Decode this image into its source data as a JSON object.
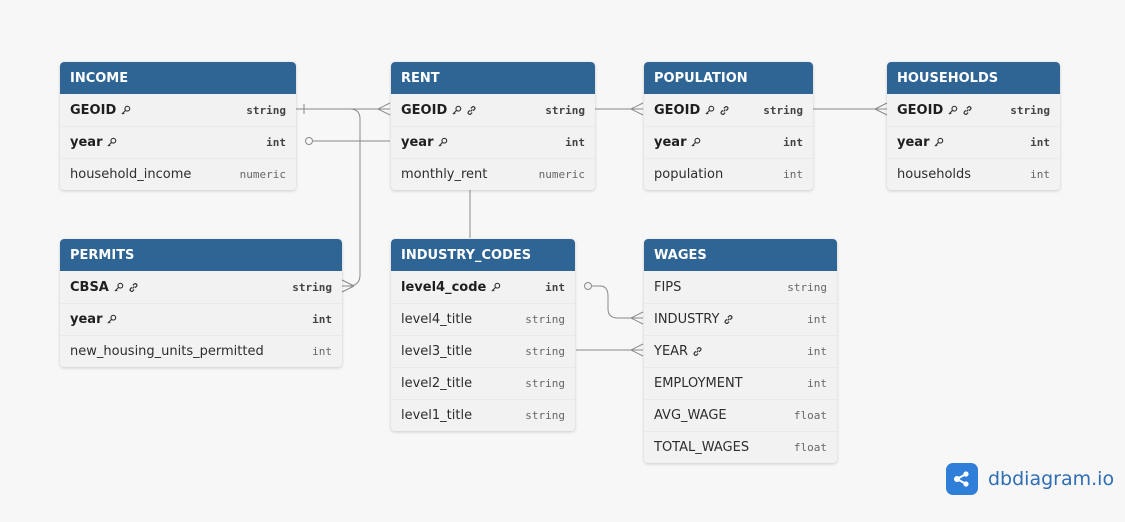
{
  "tables": [
    {
      "id": "income",
      "name": "INCOME",
      "fields": [
        {
          "name": "GEOID",
          "type": "string",
          "pk": true,
          "icons": [
            "key"
          ]
        },
        {
          "name": "year",
          "type": "int",
          "pk": true,
          "icons": [
            "key"
          ]
        },
        {
          "name": "household_income",
          "type": "numeric",
          "pk": false,
          "icons": []
        }
      ]
    },
    {
      "id": "rent",
      "name": "RENT",
      "fields": [
        {
          "name": "GEOID",
          "type": "string",
          "pk": true,
          "icons": [
            "key",
            "link"
          ]
        },
        {
          "name": "year",
          "type": "int",
          "pk": true,
          "icons": [
            "key"
          ]
        },
        {
          "name": "monthly_rent",
          "type": "numeric",
          "pk": false,
          "icons": []
        }
      ]
    },
    {
      "id": "population",
      "name": "POPULATION",
      "fields": [
        {
          "name": "GEOID",
          "type": "string",
          "pk": true,
          "icons": [
            "key",
            "link"
          ]
        },
        {
          "name": "year",
          "type": "int",
          "pk": true,
          "icons": [
            "key"
          ]
        },
        {
          "name": "population",
          "type": "int",
          "pk": false,
          "icons": []
        }
      ]
    },
    {
      "id": "households",
      "name": "HOUSEHOLDS",
      "fields": [
        {
          "name": "GEOID",
          "type": "string",
          "pk": true,
          "icons": [
            "key",
            "link"
          ]
        },
        {
          "name": "year",
          "type": "int",
          "pk": true,
          "icons": [
            "key"
          ]
        },
        {
          "name": "households",
          "type": "int",
          "pk": false,
          "icons": []
        }
      ]
    },
    {
      "id": "permits",
      "name": "PERMITS",
      "fields": [
        {
          "name": "CBSA",
          "type": "string",
          "pk": true,
          "icons": [
            "key",
            "link"
          ]
        },
        {
          "name": "year",
          "type": "int",
          "pk": true,
          "icons": [
            "key"
          ]
        },
        {
          "name": "new_housing_units_permitted",
          "type": "int",
          "pk": false,
          "icons": []
        }
      ]
    },
    {
      "id": "industry_codes",
      "name": "INDUSTRY_CODES",
      "fields": [
        {
          "name": "level4_code",
          "type": "int",
          "pk": true,
          "icons": [
            "key"
          ]
        },
        {
          "name": "level4_title",
          "type": "string",
          "pk": false,
          "icons": []
        },
        {
          "name": "level3_title",
          "type": "string",
          "pk": false,
          "icons": []
        },
        {
          "name": "level2_title",
          "type": "string",
          "pk": false,
          "icons": []
        },
        {
          "name": "level1_title",
          "type": "string",
          "pk": false,
          "icons": []
        }
      ]
    },
    {
      "id": "wages",
      "name": "WAGES",
      "fields": [
        {
          "name": "FIPS",
          "type": "string",
          "pk": false,
          "icons": []
        },
        {
          "name": "INDUSTRY",
          "type": "int",
          "pk": false,
          "icons": [
            "link"
          ]
        },
        {
          "name": "YEAR",
          "type": "int",
          "pk": false,
          "icons": [
            "link"
          ]
        },
        {
          "name": "EMPLOYMENT",
          "type": "int",
          "pk": false,
          "icons": []
        },
        {
          "name": "AVG_WAGE",
          "type": "float",
          "pk": false,
          "icons": []
        },
        {
          "name": "TOTAL_WAGES",
          "type": "float",
          "pk": false,
          "icons": []
        }
      ]
    }
  ],
  "colors": {
    "header": "#2f6595",
    "connector": "#8a8a8a",
    "brand": "#2f7ed8"
  },
  "brand": {
    "name": "dbdiagram.io",
    "icon": "share-nodes-icon"
  }
}
